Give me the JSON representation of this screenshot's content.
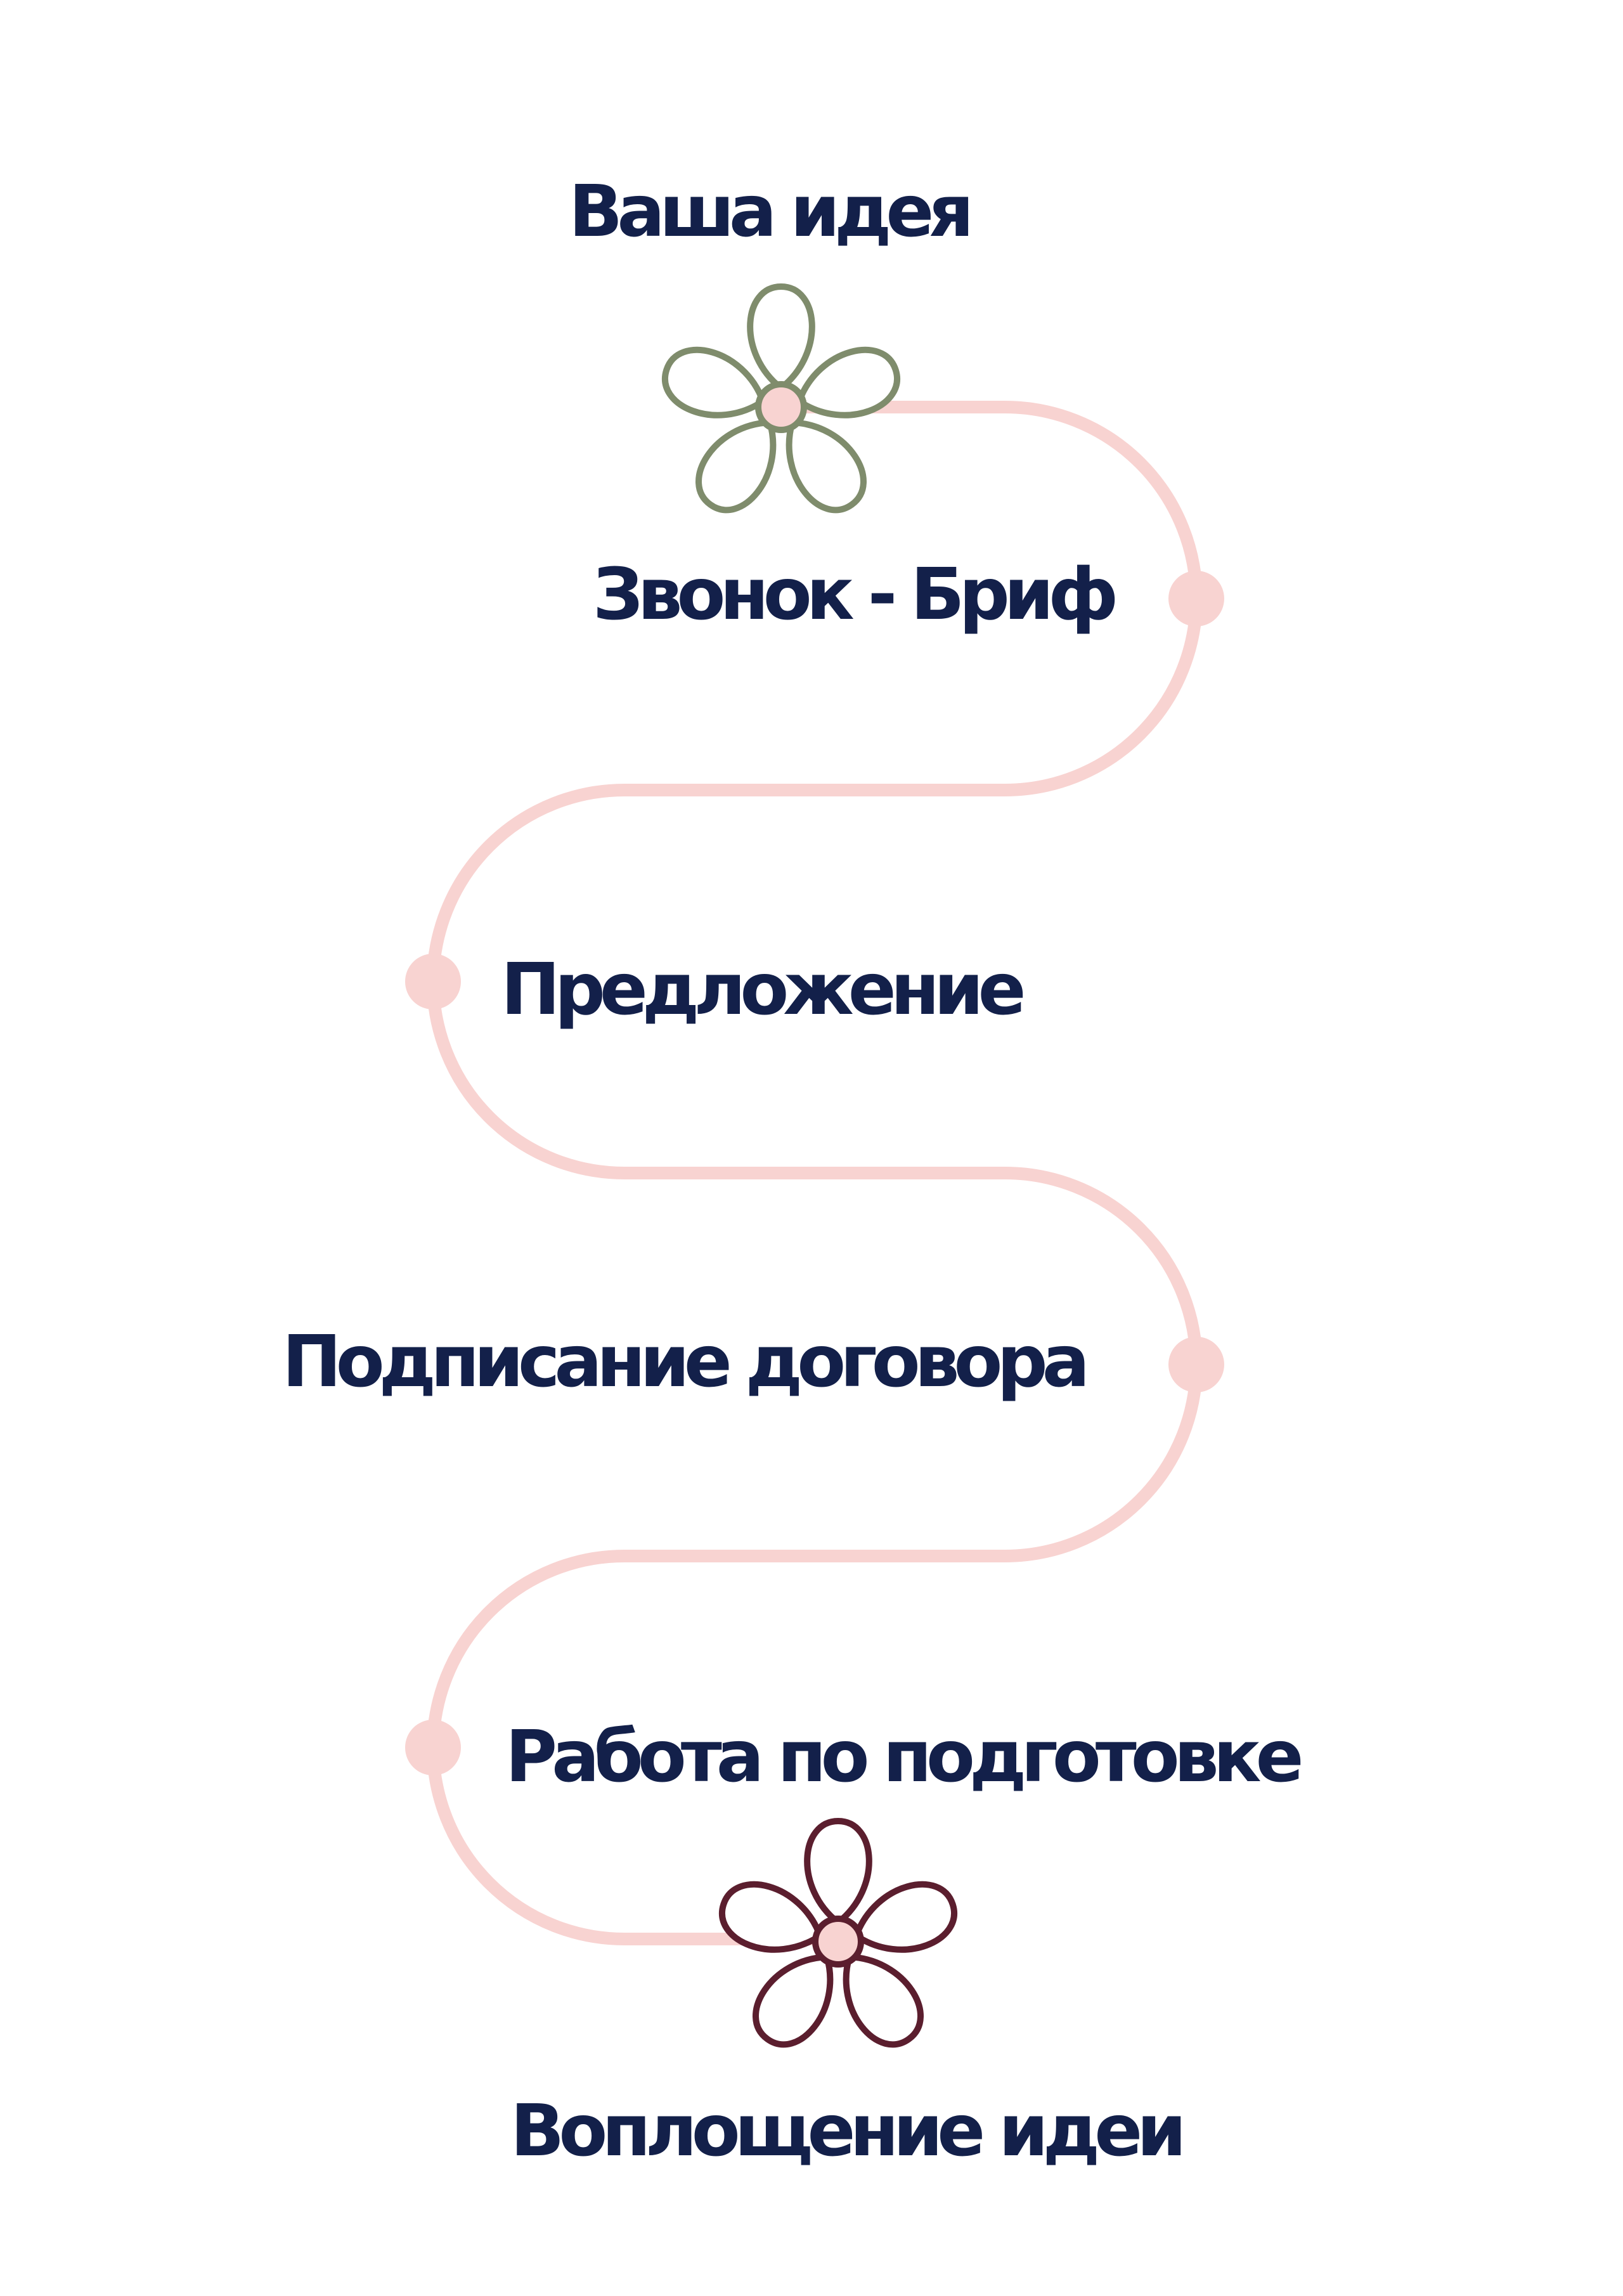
{
  "steps": [
    {
      "label": "Ваша идея"
    },
    {
      "label": "Звонок - Бриф"
    },
    {
      "label": "Предложение"
    },
    {
      "label": "Подписание договора"
    },
    {
      "label": "Работа по подготовке"
    },
    {
      "label": "Воплощение идеи"
    }
  ],
  "icons": {
    "start": "flower-icon",
    "end": "flower-icon",
    "waypoint": "dot-marker"
  },
  "colors": {
    "path": "#f8d3d1",
    "text": "#13204a",
    "flower_start": "#7f8c6c",
    "flower_end": "#5b1e2e",
    "flower_center": "#f8d3d1"
  }
}
